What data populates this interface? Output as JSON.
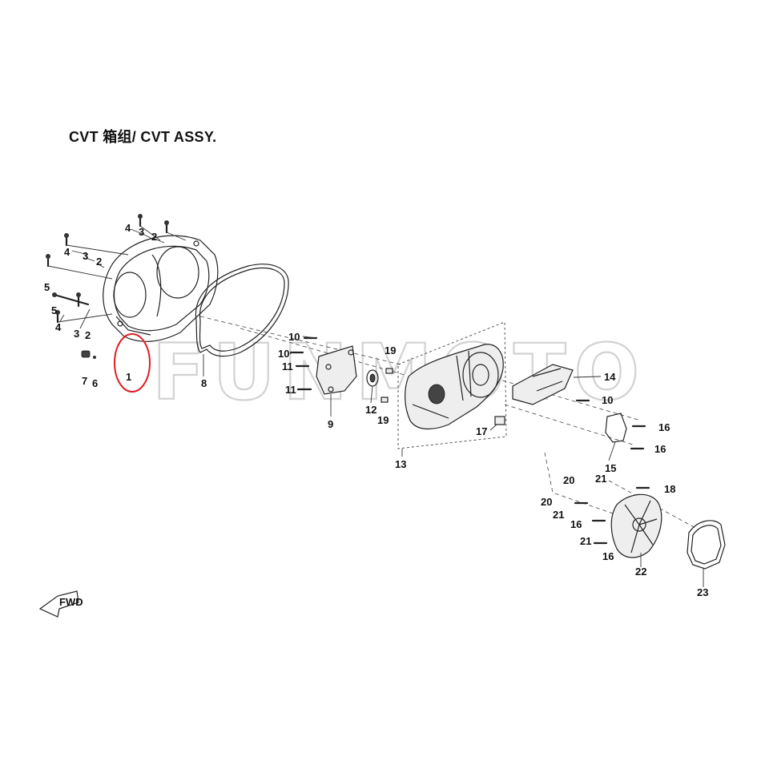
{
  "title": "CVT 箱组/ CVT ASSY.",
  "watermark": "FUNMOTO",
  "fwd_label": "FWD",
  "highlight_color": "#e11d24",
  "callouts": {
    "c1": "1",
    "c2a": "2",
    "c2b": "2",
    "c2c": "2",
    "c3a": "3",
    "c3b": "3",
    "c3c": "3",
    "c4a": "4",
    "c4b": "4",
    "c4c": "4",
    "c5a": "5",
    "c5b": "5",
    "c6": "6",
    "c7": "7",
    "c8": "8",
    "c9": "9",
    "c10a": "10",
    "c10b": "10",
    "c10c": "10",
    "c11a": "11",
    "c11b": "11",
    "c12": "12",
    "c13": "13",
    "c14": "14",
    "c15": "15",
    "c16a": "16",
    "c16b": "16",
    "c16c": "16",
    "c16d": "16",
    "c17": "17",
    "c18": "18",
    "c19a": "19",
    "c19b": "19",
    "c20a": "20",
    "c20b": "20",
    "c21a": "21",
    "c21b": "21",
    "c21c": "21",
    "c22": "22",
    "c23": "23"
  }
}
